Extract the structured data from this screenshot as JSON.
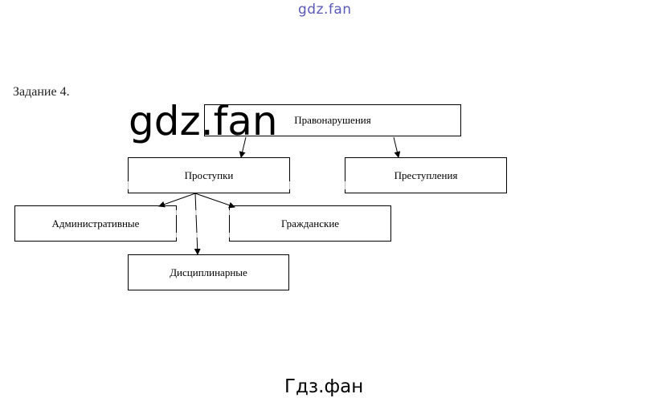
{
  "watermarks": {
    "top": "gdz.fan",
    "big": "gdz.fan",
    "bottom": "Гдз.фан"
  },
  "task_title": "Задание 4.",
  "diagram": {
    "nodes": {
      "offenses": "Правонарушения",
      "misdemeanors": "Проступки",
      "crimes": "Преступления",
      "administrative": "Административные",
      "civil": "Гражданские",
      "disciplinary": "Дисциплинарные"
    },
    "edges": [
      {
        "from": "offenses",
        "to": "misdemeanors"
      },
      {
        "from": "offenses",
        "to": "crimes"
      },
      {
        "from": "misdemeanors",
        "to": "administrative"
      },
      {
        "from": "misdemeanors",
        "to": "civil"
      },
      {
        "from": "misdemeanors",
        "to": "disciplinary"
      }
    ]
  },
  "colors": {
    "line": "#000000",
    "watermark_top": "#5a5ab8"
  }
}
